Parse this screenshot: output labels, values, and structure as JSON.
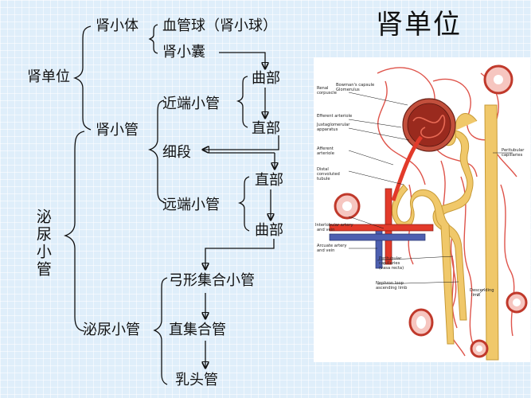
{
  "title": "肾单位",
  "tree": {
    "nephron": "肾单位",
    "renal_corpuscle": "肾小体",
    "glomerulus": "血管球（肾小球）",
    "capsule": "肾小囊",
    "renal_tubule": "肾小管",
    "proximal_tubule": "近端小管",
    "proximal_convoluted": "曲部",
    "proximal_straight": "直部",
    "thin_segment": "细段",
    "distal_tubule": "远端小管",
    "distal_straight": "直部",
    "distal_convoluted": "曲部",
    "collecting_tubule_vertical": "泌尿小管",
    "collecting_tubule": "泌尿小管",
    "arched_collecting": "弓形集合小管",
    "straight_collecting": "直集合管",
    "papillary_duct": "乳头管"
  },
  "figure_labels": {
    "renal_corpuscle": [
      "Renal",
      "corpuscle"
    ],
    "bowmans_capsule": "Bowman's capsule",
    "glomerulus": "Glomerulus",
    "efferent_arteriole": "Efferent arteriole",
    "juxtaglomerular": [
      "Juxtaglomerular",
      "apparatus"
    ],
    "afferent_arteriole": [
      "Afferent",
      "arteriole"
    ],
    "distal_convoluted": [
      "Distal",
      "convoluted",
      "tubule"
    ],
    "interlobular": [
      "Interlobular artery",
      "and vein"
    ],
    "arcuate": [
      "Arcuate artery",
      "and vein"
    ],
    "peritubular_capillaries": [
      "Peritubular",
      "capillaries"
    ],
    "vasa_recta": [
      "Peritubular",
      "capillaries",
      "(vasa recta)"
    ],
    "nephron_loop": [
      "Nephron loop",
      "ascending limb"
    ],
    "descending_limb": [
      "Descending",
      "limb"
    ]
  },
  "colors": {
    "tubule": "#f0c86a",
    "artery": "#e23a2a",
    "vein": "#4d5fb0",
    "background": "#dfeefa"
  }
}
